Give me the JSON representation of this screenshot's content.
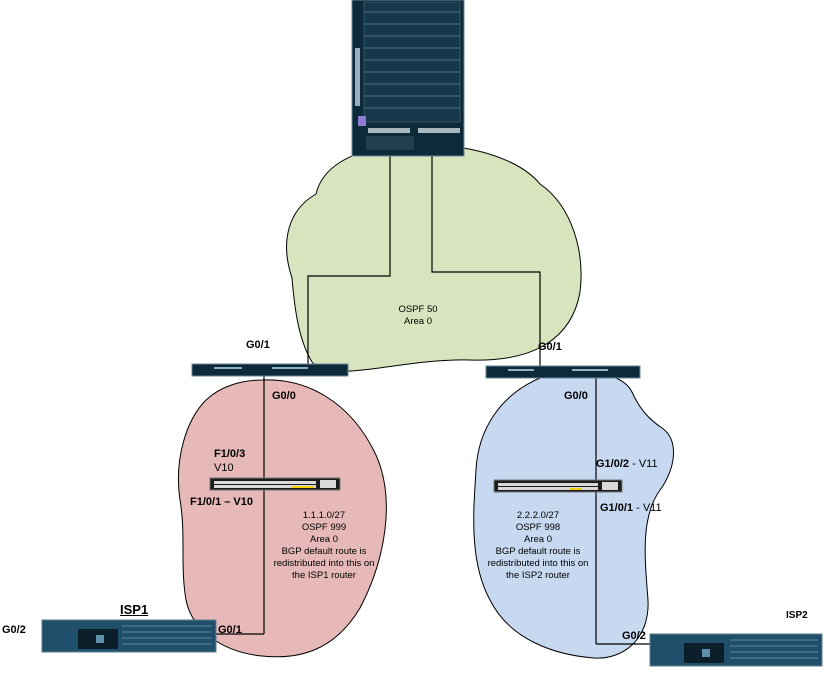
{
  "colors": {
    "ospf50_cloud": "#d7e4bd",
    "ospf999_cloud": "#e6b9b8",
    "ospf998_cloud": "#c6d9f1",
    "device_body": "#0d2a3a",
    "router_body": "#1f4f6b"
  },
  "icons": {
    "core": "chassis-switch-icon",
    "dist_left": "rack-switch-icon",
    "dist_right": "rack-switch-icon",
    "access_left": "access-switch-icon",
    "access_right": "access-switch-icon",
    "isp1": "router-icon",
    "isp2": "router-icon"
  },
  "clouds": {
    "ospf50": {
      "line1": "OSPF 50",
      "line2": "Area 0"
    },
    "ospf999": {
      "line1": "1.1.1.0/27",
      "line2": "OSPF 999",
      "line3": "Area 0",
      "line4": "BGP default route  is",
      "line5": "redistributed into this on",
      "line6": "the ISP1 router"
    },
    "ospf998": {
      "line1": "2.2.2.0/27",
      "line2": "OSPF 998",
      "line3": "Area 0",
      "line4": "BGP default route  is",
      "line5": "redistributed into this on",
      "line6": "the ISP2 router"
    }
  },
  "interfaces": {
    "left_dist_g01": "G0/1",
    "right_dist_g01": "G0/1",
    "left_dist_g00": "G0/0",
    "right_dist_g00": "G0/0",
    "left_sw_f103": "F1/0/3",
    "left_sw_v10": "V10",
    "left_sw_f101": "F1/0/1 – V10",
    "right_sw_g102": "G1/0/2",
    "right_sw_g102_vlan": "- V11",
    "right_sw_g101": "G1/0/1",
    "right_sw_g101_vlan": "- V11",
    "isp1_g01": "G0/1",
    "isp1_g02": "G0/2",
    "isp2_g02": "G0/2"
  },
  "routers": {
    "isp1_name": "ISP1",
    "isp2_name": "ISP2"
  }
}
